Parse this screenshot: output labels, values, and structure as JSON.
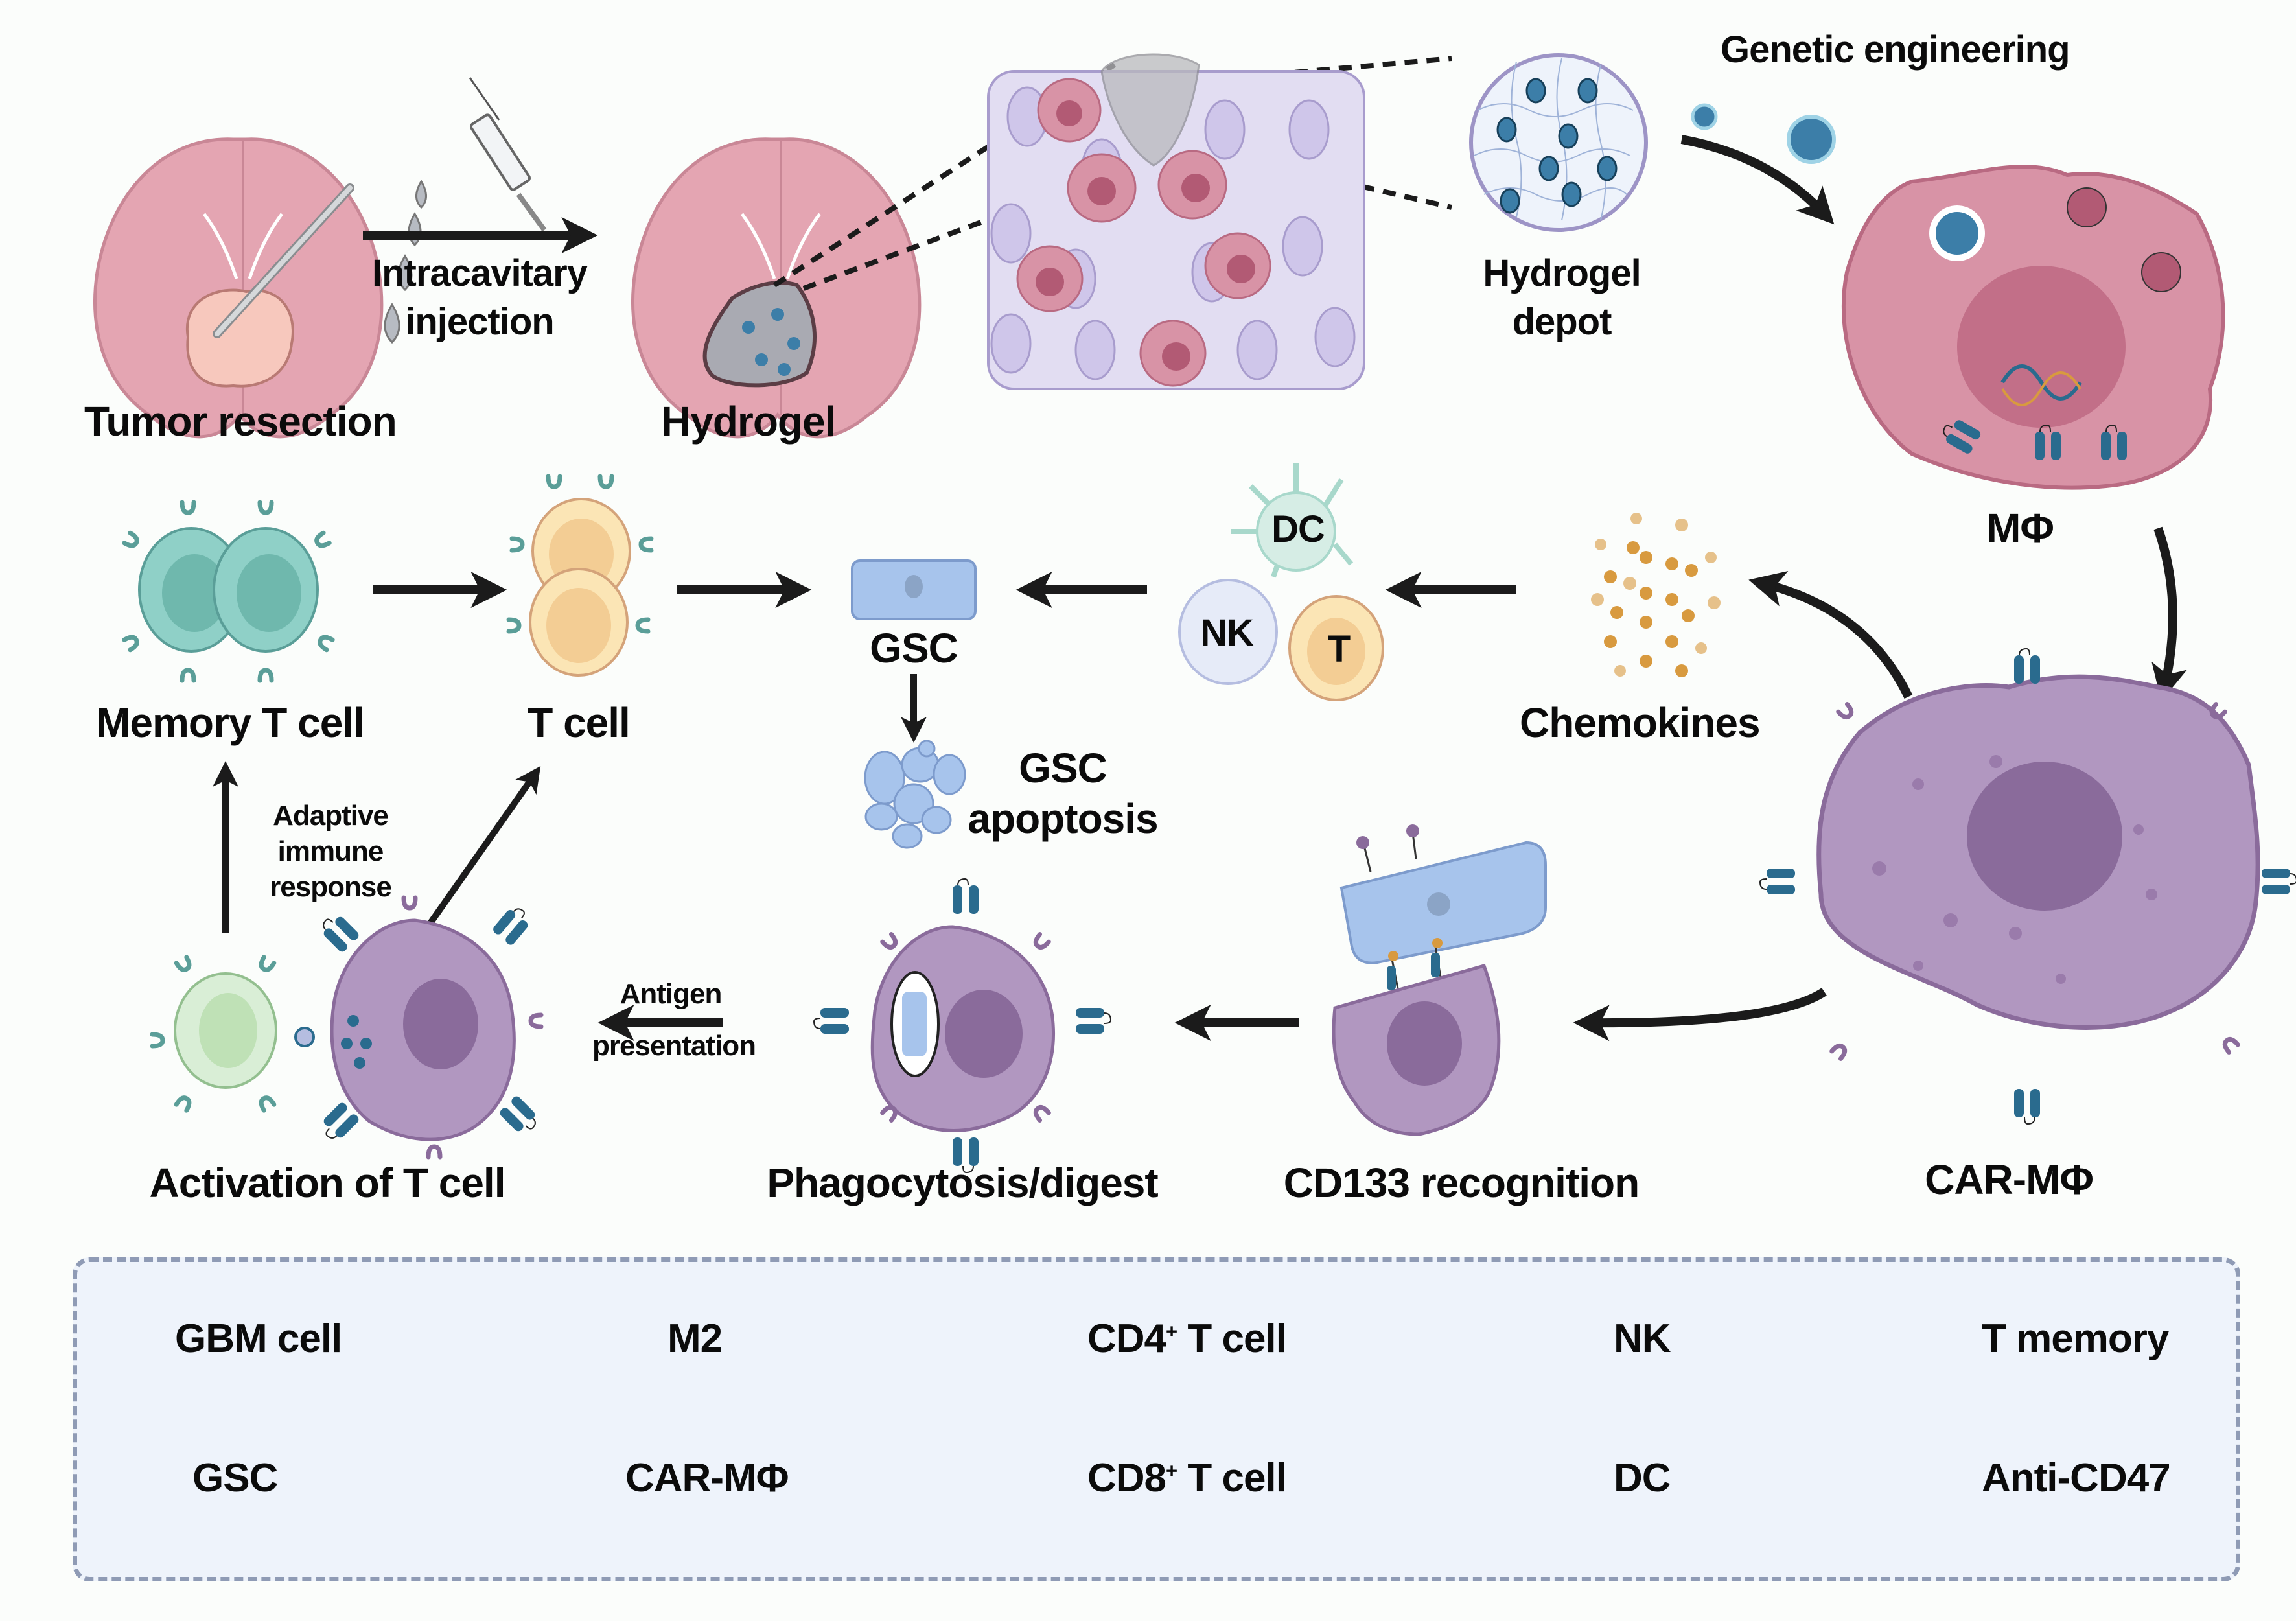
{
  "figure": {
    "title": "CAR-macrophage hydrogel therapy workflow for glioblastoma",
    "colors": {
      "brain": "#e4a5b2",
      "tumor": "#f7c8bd",
      "m2_macrophage": "#d893a6",
      "car_macrophage": "#b197c0",
      "car_nucleus": "#8a6b9b",
      "gsc": "#a7c4ec",
      "gbm_cell": "#e2ddf2",
      "memory_t": "#8fd0c7",
      "cd8_t": "#fbe5b5",
      "cd4_t": "#d9eed6",
      "receptor": "#2a6b8e",
      "chemokine": "#d89a3f",
      "arrow": "#1b1b1b",
      "legend_bg": "#eef3fb",
      "legend_border": "#8f9bb5"
    }
  },
  "steps": {
    "tumor_resection": "Tumor resection",
    "injection_line1": "Intracavitary",
    "injection_line2": "injection",
    "hydrogel": "Hydrogel",
    "hydrogel_depot_line1": "Hydrogel",
    "hydrogel_depot_line2": "depot",
    "genetic_engineering": "Genetic engineering",
    "macrophage": "MΦ",
    "car_macrophage": "CAR-MΦ",
    "chemokines": "Chemokines",
    "dc": "DC",
    "nk": "NK",
    "t": "T",
    "gsc": "GSC",
    "gsc_apoptosis_line1": "GSC",
    "gsc_apoptosis_line2": "apoptosis",
    "t_cell": "T cell",
    "memory_t_cell": "Memory T cell",
    "adaptive_line1": "Adaptive",
    "adaptive_line2": "immune",
    "adaptive_line3": "response",
    "antigen_line1": "Antigen",
    "antigen_line2": "presentation",
    "activation_t_cell": "Activation of T cell",
    "phagocytosis": "Phagocytosis/digest",
    "cd133_recognition": "CD133 recognition"
  },
  "legend": {
    "items": [
      {
        "label": "GBM cell",
        "icon": "gbm-cell-icon"
      },
      {
        "label": "M2",
        "icon": "m2-macrophage-icon"
      },
      {
        "label_main": "CD4",
        "label_sup": "+",
        "label_rest": " T cell",
        "icon": "cd4-t-cell-icon"
      },
      {
        "label": "NK",
        "icon": "nk-cell-icon"
      },
      {
        "label": "T memory",
        "icon": "t-memory-icon"
      },
      {
        "label": "GSC",
        "icon": "gsc-icon"
      },
      {
        "label": "CAR-MΦ",
        "icon": "car-macrophage-icon"
      },
      {
        "label_main": "CD8",
        "label_sup": "+",
        "label_rest": " T cell",
        "icon": "cd8-t-cell-icon"
      },
      {
        "label": "DC",
        "icon": "dendritic-cell-icon"
      },
      {
        "label": "Anti-CD47",
        "icon": "anti-cd47-icon"
      }
    ]
  }
}
